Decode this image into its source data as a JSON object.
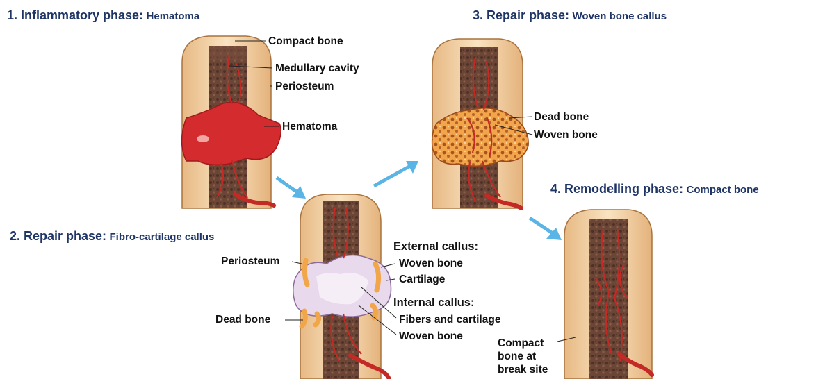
{
  "titles": {
    "phase1": {
      "label": "1. Inflammatory phase:",
      "sub": "Hematoma"
    },
    "phase2": {
      "label": "2. Repair phase:",
      "sub": "Fibro-cartilage callus"
    },
    "phase3": {
      "label": "3. Repair phase:",
      "sub": "Woven bone callus"
    },
    "phase4": {
      "label": "4. Remodelling phase:",
      "sub": "Compact bone"
    }
  },
  "labels": {
    "p1_compact_bone": "Compact bone",
    "p1_medullary_cavity": "Medullary cavity",
    "p1_periosteum": "Periosteum",
    "p1_hematoma": "Hematoma",
    "p2_periosteum": "Periosteum",
    "p2_dead_bone": "Dead bone",
    "p2_external_callus": "External callus:",
    "p2_woven_bone_ext": "Woven bone",
    "p2_cartilage": "Cartilage",
    "p2_internal_callus": "Internal callus:",
    "p2_fibers_cartilage": "Fibers and cartilage",
    "p2_woven_bone_int": "Woven bone",
    "p3_dead_bone": "Dead bone",
    "p3_woven_bone": "Woven bone",
    "p4_compact_line1": "Compact",
    "p4_compact_line2": "bone at",
    "p4_compact_line3": "break site"
  },
  "colors": {
    "title": "#1f3566",
    "arrow": "#5ab4e6",
    "bone_outer": "#f3d3a3",
    "marrow": "#6b4536",
    "vessel": "#c42a25",
    "hematoma": "#d42b2e",
    "cartilage": "#e8d9ec",
    "woven": "#f1a64a"
  },
  "icons": [
    "arrow-right-down",
    "arrow-right-up",
    "arrow-right-down"
  ]
}
